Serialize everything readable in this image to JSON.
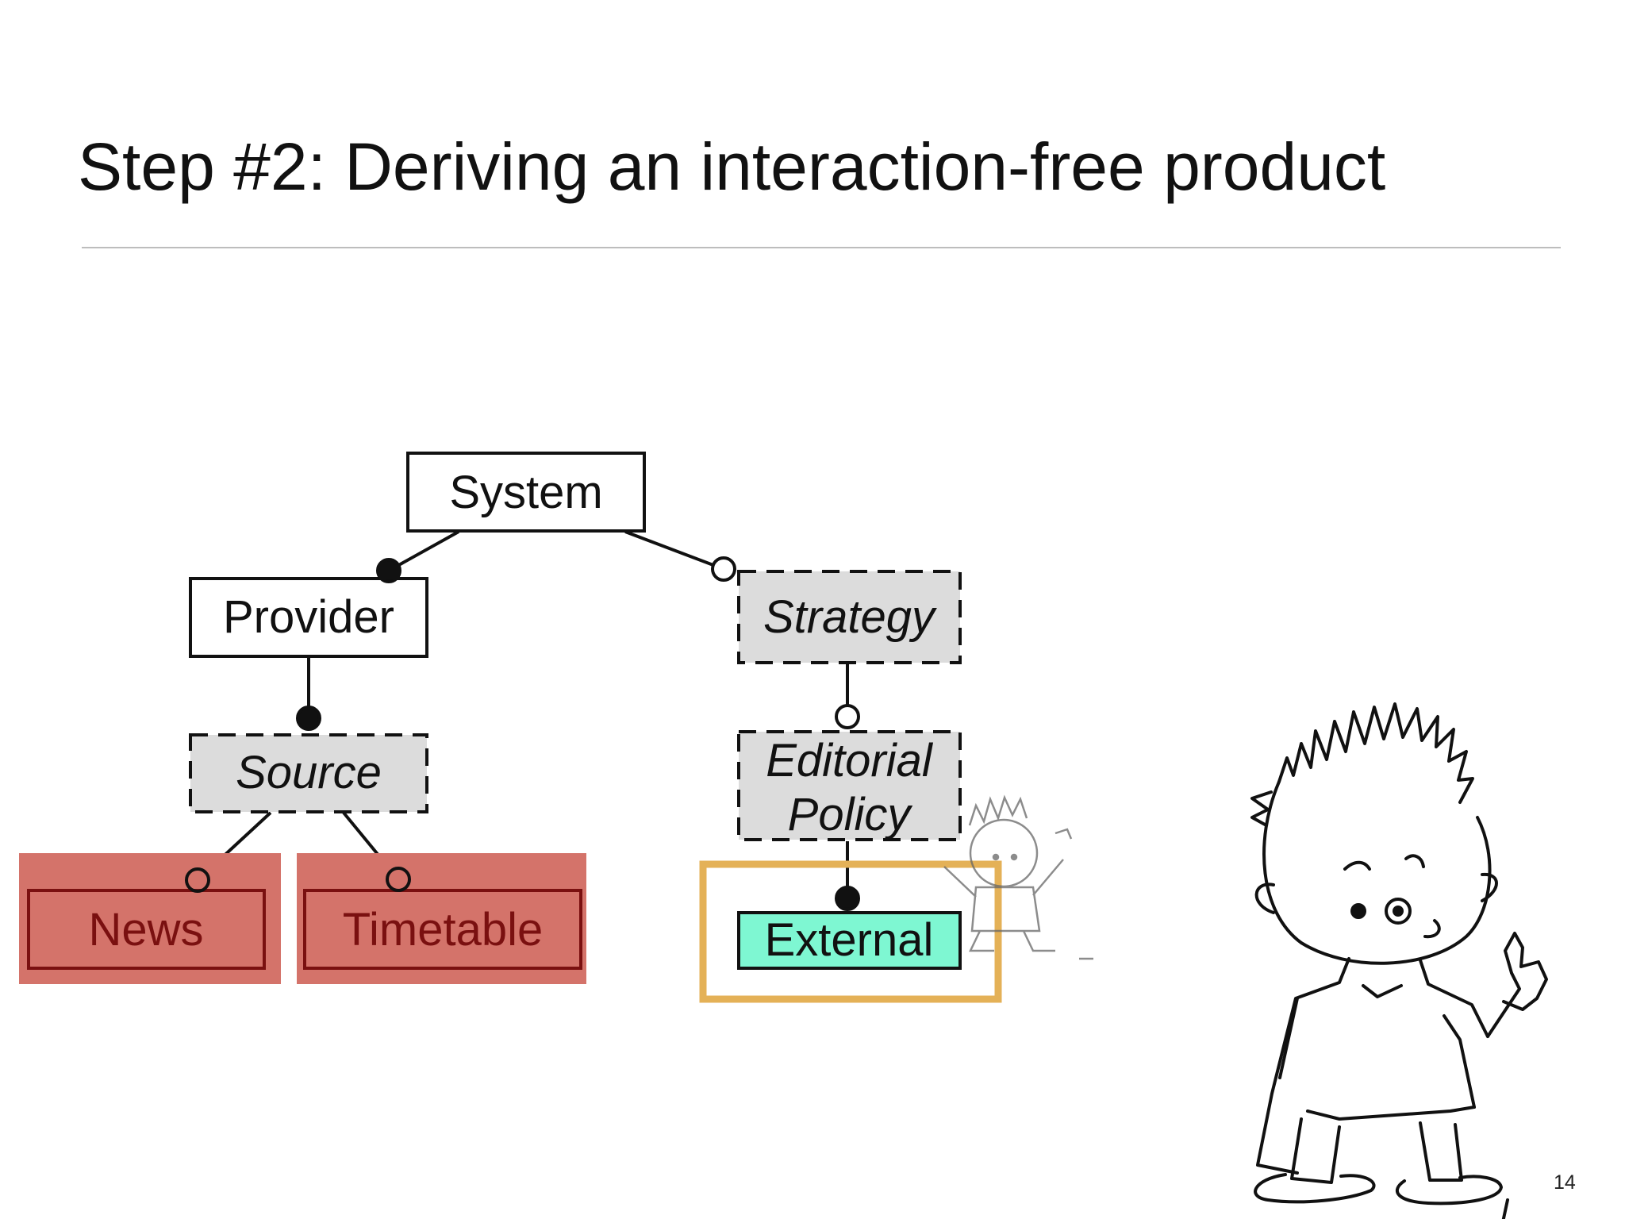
{
  "slide": {
    "title": "Step #2: Deriving an interaction-free product",
    "page_number": "14"
  },
  "features": {
    "system": "System",
    "provider": "Provider",
    "strategy": "Strategy",
    "source": "Source",
    "editorial_line1": "Editorial",
    "editorial_line2": "Policy",
    "news": "News",
    "timetable": "Timetable",
    "external": "External"
  },
  "colors": {
    "excluded_fill": "#d4736a",
    "excluded_border": "#7a1010",
    "selected_fill": "#7ef7d2",
    "highlight_border": "#e4b157",
    "abstract_fill": "#dcdcdc"
  }
}
